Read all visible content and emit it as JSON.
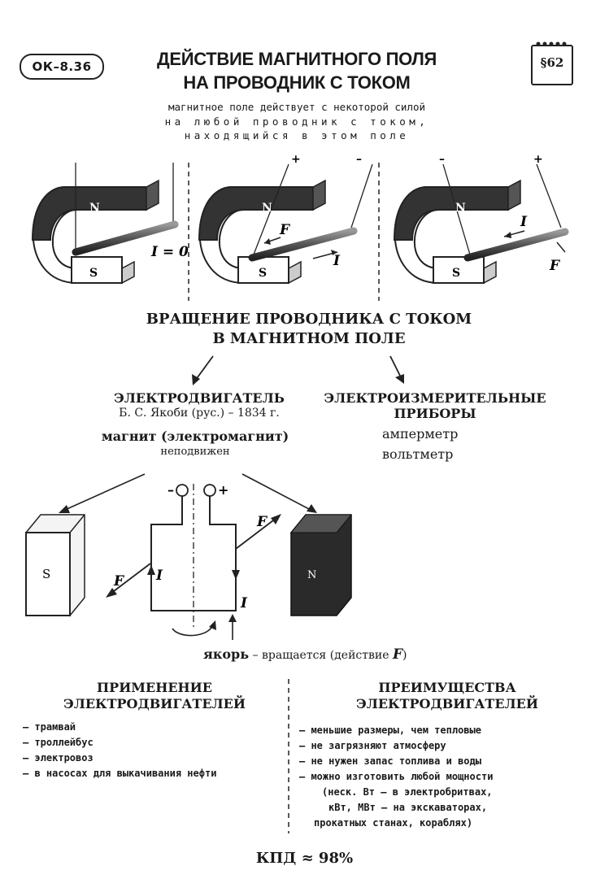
{
  "header": {
    "badge": "ОК–8.36",
    "title_line1": "ДЕЙСТВИЕ МАГНИТНОГО ПОЛЯ",
    "title_line2": "НА ПРОВОДНИК С ТОКОМ",
    "section_ref": "§62",
    "subtitle_line1": "магнитное поле действует с некоторой силой",
    "subtitle_line2": "на любой проводник с током,",
    "subtitle_line3": "находящийся в этом поле"
  },
  "magnets": [
    {
      "north": "N",
      "south": "S",
      "current_label": "I = 0"
    },
    {
      "north": "N",
      "south": "S",
      "plus": "+",
      "minus": "–",
      "force": "F",
      "current": "I"
    },
    {
      "north": "N",
      "south": "S",
      "plus": "+",
      "minus": "–",
      "force": "F",
      "current": "I"
    }
  ],
  "rotation": {
    "title_line1": "ВРАЩЕНИЕ ПРОВОДНИКА С ТОКОМ",
    "title_line2": "В МАГНИТНОМ ПОЛЕ"
  },
  "motor": {
    "title": "ЭЛЕКТРОДВИГАТЕЛЬ",
    "inventor": "Б. С. Якоби (рус.) – 1834 г.",
    "magnet": "магнит (электромагнит)",
    "magnet_note": "неподвижен"
  },
  "instruments": {
    "title_line1": "ЭЛЕКТРОИЗМЕРИТЕЛЬНЫЕ",
    "title_line2": "ПРИБОРЫ",
    "item1": "амперметр",
    "item2": "вольтметр"
  },
  "armature_diagram": {
    "south": "S",
    "north": "N",
    "minus": "–",
    "plus": "+",
    "force": "F",
    "current": "I",
    "caption_bold": "якорь",
    "caption_rest": "– вращается (действие",
    "caption_force": "F",
    "caption_end": ")"
  },
  "application": {
    "title_line1": "ПРИМЕНЕНИЕ",
    "title_line2": "ЭЛЕКТРОДВИГАТЕЛЕЙ",
    "items": [
      "– трамвай",
      "– троллейбус",
      "– электровоз",
      "– в насосах для выкачивания нефти"
    ]
  },
  "advantages": {
    "title_line1": "ПРЕИМУЩЕСТВА",
    "title_line2": "ЭЛЕКТРОДВИГАТЕЛЕЙ",
    "items": [
      "– меньшие размеры, чем тепловые",
      "– не загрязняют атмосферу",
      "– не нужен запас топлива и воды",
      "– можно изготовить любой мощности",
      "(неск. Вт – в электробритвах,",
      "кВт, МВт – на экскаваторах,",
      "прокатных станах, кораблях)"
    ]
  },
  "efficiency": "КПД ≈ 98%"
}
